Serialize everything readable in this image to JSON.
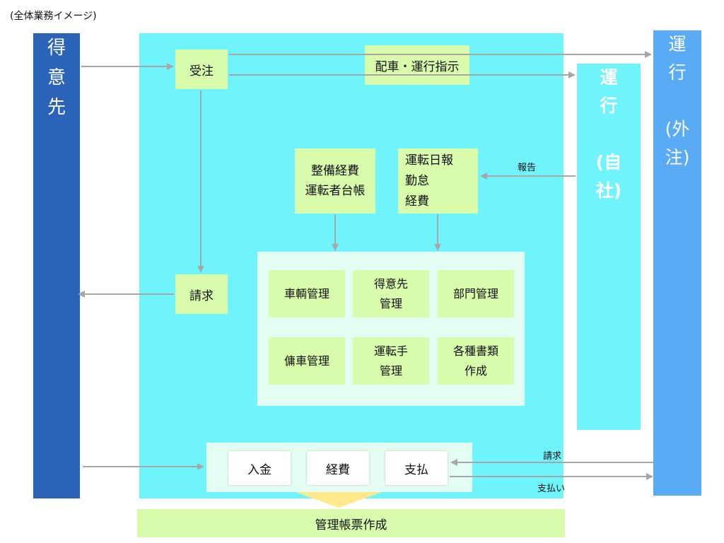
{
  "caption": "(全体業務イメージ)",
  "columns": {
    "client": [
      "得",
      "意",
      "先"
    ],
    "own": [
      "運",
      "行",
      "",
      "(自",
      "社)"
    ],
    "external": [
      "運",
      "行",
      "",
      "(外",
      "注)"
    ]
  },
  "boxes": {
    "order": "受注",
    "dispatch": "配車・運行指示",
    "billing": "請求",
    "maintenance": [
      "整備経費",
      "運転者台帳"
    ],
    "daily_report": [
      "運転日報",
      "勤怠",
      "経費"
    ]
  },
  "modules": {
    "vehicle": [
      "車輌管理"
    ],
    "client": [
      "得意先",
      "管理"
    ],
    "department": [
      "部門管理"
    ],
    "charter": [
      "傭車管理"
    ],
    "driver": [
      "運転手",
      "管理"
    ],
    "documents": [
      "各種書類",
      "作成"
    ]
  },
  "payments": {
    "deposit": "入金",
    "expense": "経費",
    "payment": "支払"
  },
  "report_bar": "管理帳票作成",
  "arrow_labels": {
    "report": "報告",
    "invoice": "請求",
    "payout": "支払い"
  },
  "colors": {
    "client_column": "#2b63b9",
    "system_area": "#6ff4fc",
    "external_column": "#5aabf5",
    "box": "#d8fbac",
    "panel": "#e3fdf2",
    "arrow": "#a6a6a6",
    "triangle": "#ffe98a"
  }
}
